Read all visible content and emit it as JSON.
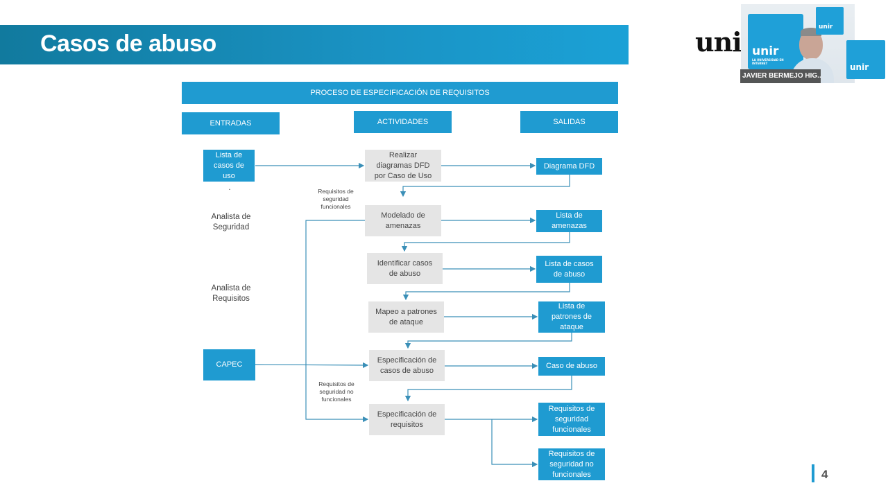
{
  "slide": {
    "title": "Casos de abuso",
    "page_number": "4",
    "logo_text": "uni"
  },
  "video": {
    "presenter_name": "JAVIER BERMEJO HIG...",
    "tile_text": "unir",
    "tile_subtext": "LA UNIVERSIDAD EN INTERNET"
  },
  "diagram": {
    "header": "PROCESO DE ESPECIFICACIÓN DE REQUISITOS",
    "columns": {
      "inputs": "ENTRADAS",
      "activities": "ACTIVIDADES",
      "outputs": "SALIDAS"
    },
    "inputs": {
      "use_cases": "Lista de casos de uso",
      "dot": ".",
      "security_analyst": "Analista de Seguridad",
      "requirements_analyst": "Analista de Requisitos",
      "capec": "CAPEC"
    },
    "activities": {
      "dfd": "Realizar diagramas DFD por Caso de Uso",
      "threat_modeling": "Modelado de amenazas",
      "identify_abuse": "Identificar casos de abuso",
      "attack_patterns": "Mapeo a patrones de ataque",
      "spec_abuse": "Especificación de casos de abuso",
      "spec_requirements": "Especificación de requisitos"
    },
    "outputs": {
      "dfd_diagram": "Diagrama DFD",
      "threat_list": "Lista de amenazas",
      "abuse_list": "Lista de casos de abuso",
      "pattern_list": "Lista de patrones de ataque",
      "abuse_case": "Caso de abuso",
      "func_req": "Requisitos de seguridad funcionales",
      "nonfunc_req": "Requisitos de seguridad no funcionales"
    },
    "notes": {
      "functional": "Requisitos de seguridad funcionales",
      "non_functional": "Requisitos de seguridad no funcionales"
    }
  },
  "colors": {
    "accent": "#1f9bd1",
    "title_bar": "#1a93c4",
    "activity_box": "#e5e5e5",
    "connector": "#3a8fb7"
  }
}
